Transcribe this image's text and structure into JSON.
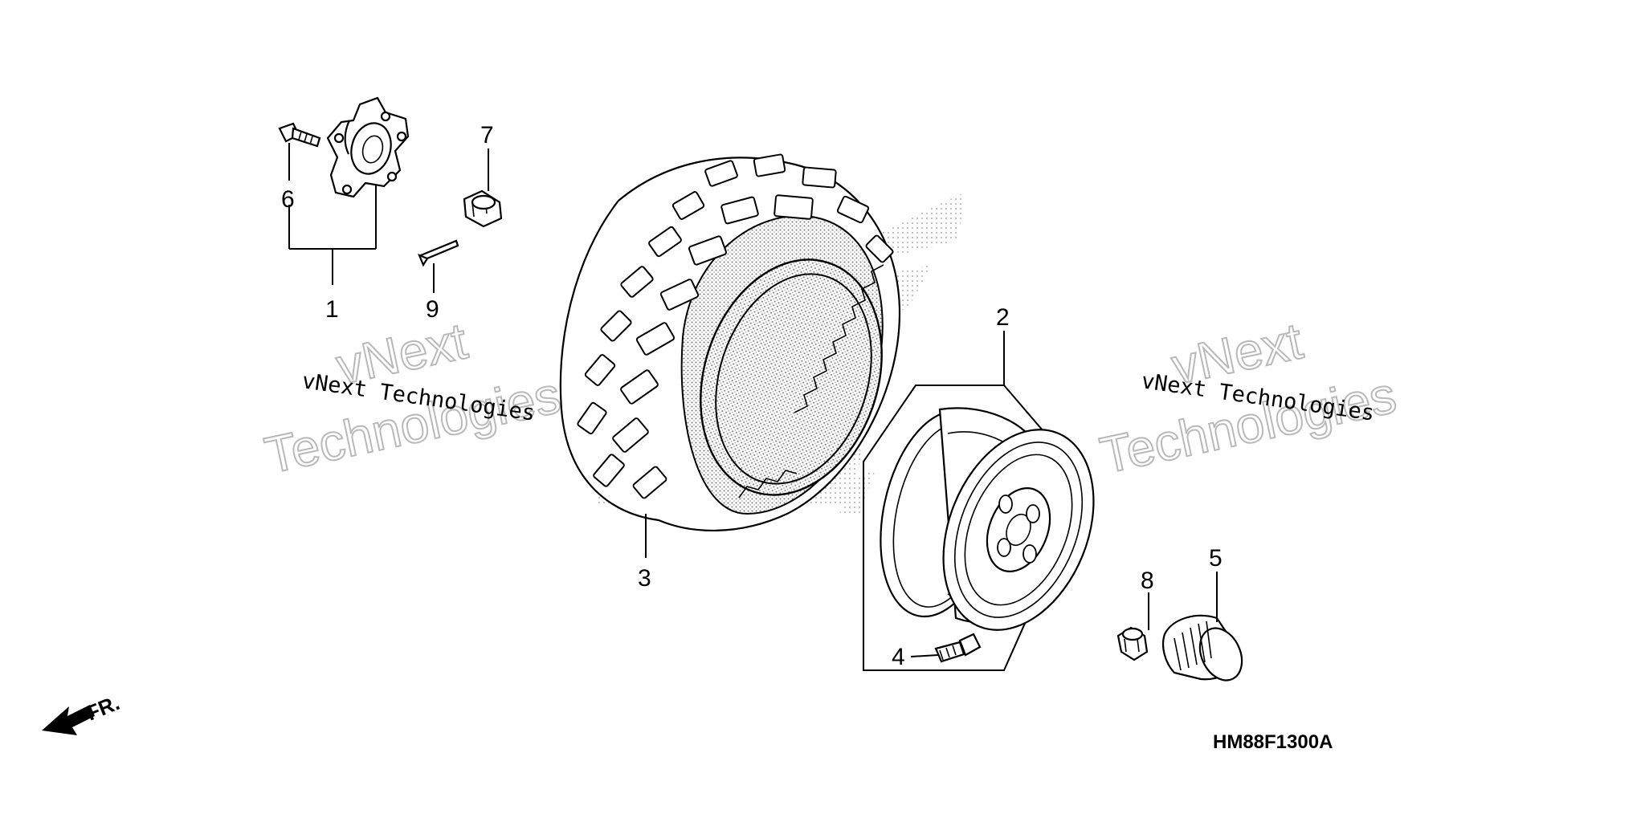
{
  "diagram": {
    "drawing_code": "HM88F1300A",
    "direction_label": "FR.",
    "callouts": [
      {
        "id": "1",
        "label": "1"
      },
      {
        "id": "2",
        "label": "2"
      },
      {
        "id": "3",
        "label": "3"
      },
      {
        "id": "4",
        "label": "4"
      },
      {
        "id": "5",
        "label": "5"
      },
      {
        "id": "6",
        "label": "6"
      },
      {
        "id": "7",
        "label": "7"
      },
      {
        "id": "8",
        "label": "8"
      },
      {
        "id": "9",
        "label": "9"
      }
    ]
  },
  "watermarks": [
    {
      "small": "vNext Technologies",
      "big_line1": "vNext",
      "big_line2": "Technologies"
    },
    {
      "small": "vNext Technologies",
      "big_line1": "vNext",
      "big_line2": "Technologies"
    }
  ],
  "colors": {
    "line": "#000000",
    "shading": "#9a9a9a",
    "watermark_outline": "#b9b9b9"
  }
}
